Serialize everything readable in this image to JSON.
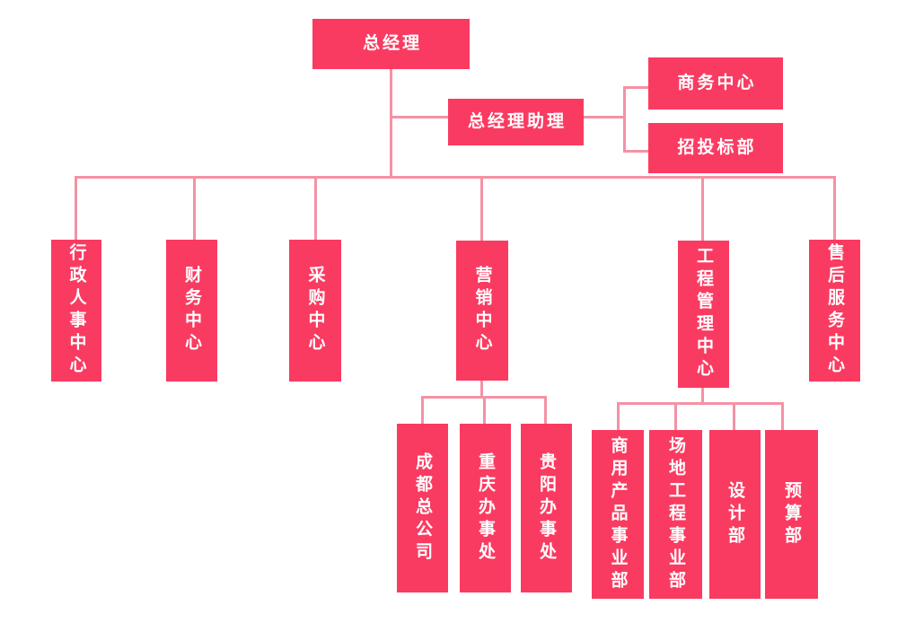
{
  "colors": {
    "node_fill": "#fa3b61",
    "node_text": "#ffffff",
    "connector": "#f492a4",
    "background": "#ffffff"
  },
  "nodes": {
    "general_manager": {
      "label": "总经理"
    },
    "gm_assistant": {
      "label": "总经理助理"
    },
    "business_center": {
      "label": "商务中心"
    },
    "bidding_dept": {
      "label": "招投标部"
    },
    "admin_hr_center": {
      "label": "行政人事中心"
    },
    "finance_center": {
      "label": "财务中心"
    },
    "procurement_center": {
      "label": "采购中心"
    },
    "marketing_center": {
      "label": "营销中心"
    },
    "engineering_mgmt_center": {
      "label": "工程管理中心"
    },
    "after_sales_center": {
      "label": "售后服务中心"
    },
    "chengdu_hq": {
      "label": "成都总公司"
    },
    "chongqing_office": {
      "label": "重庆办事处"
    },
    "guiyang_office": {
      "label": "贵阳办事处"
    },
    "commercial_product_div": {
      "label": "商用产品事业部"
    },
    "site_engineering_div": {
      "label": "场地工程事业部"
    },
    "design_dept": {
      "label": "设计部"
    },
    "budget_dept": {
      "label": "预算部"
    }
  },
  "hierarchy": {
    "总经理": [
      "总经理助理",
      "行政人事中心",
      "财务中心",
      "采购中心",
      "营销中心",
      "工程管理中心",
      "售后服务中心"
    ],
    "总经理助理": [
      "商务中心",
      "招投标部"
    ],
    "营销中心": [
      "成都总公司",
      "重庆办事处",
      "贵阳办事处"
    ],
    "工程管理中心": [
      "商用产品事业部",
      "场地工程事业部",
      "设计部",
      "预算部"
    ]
  }
}
